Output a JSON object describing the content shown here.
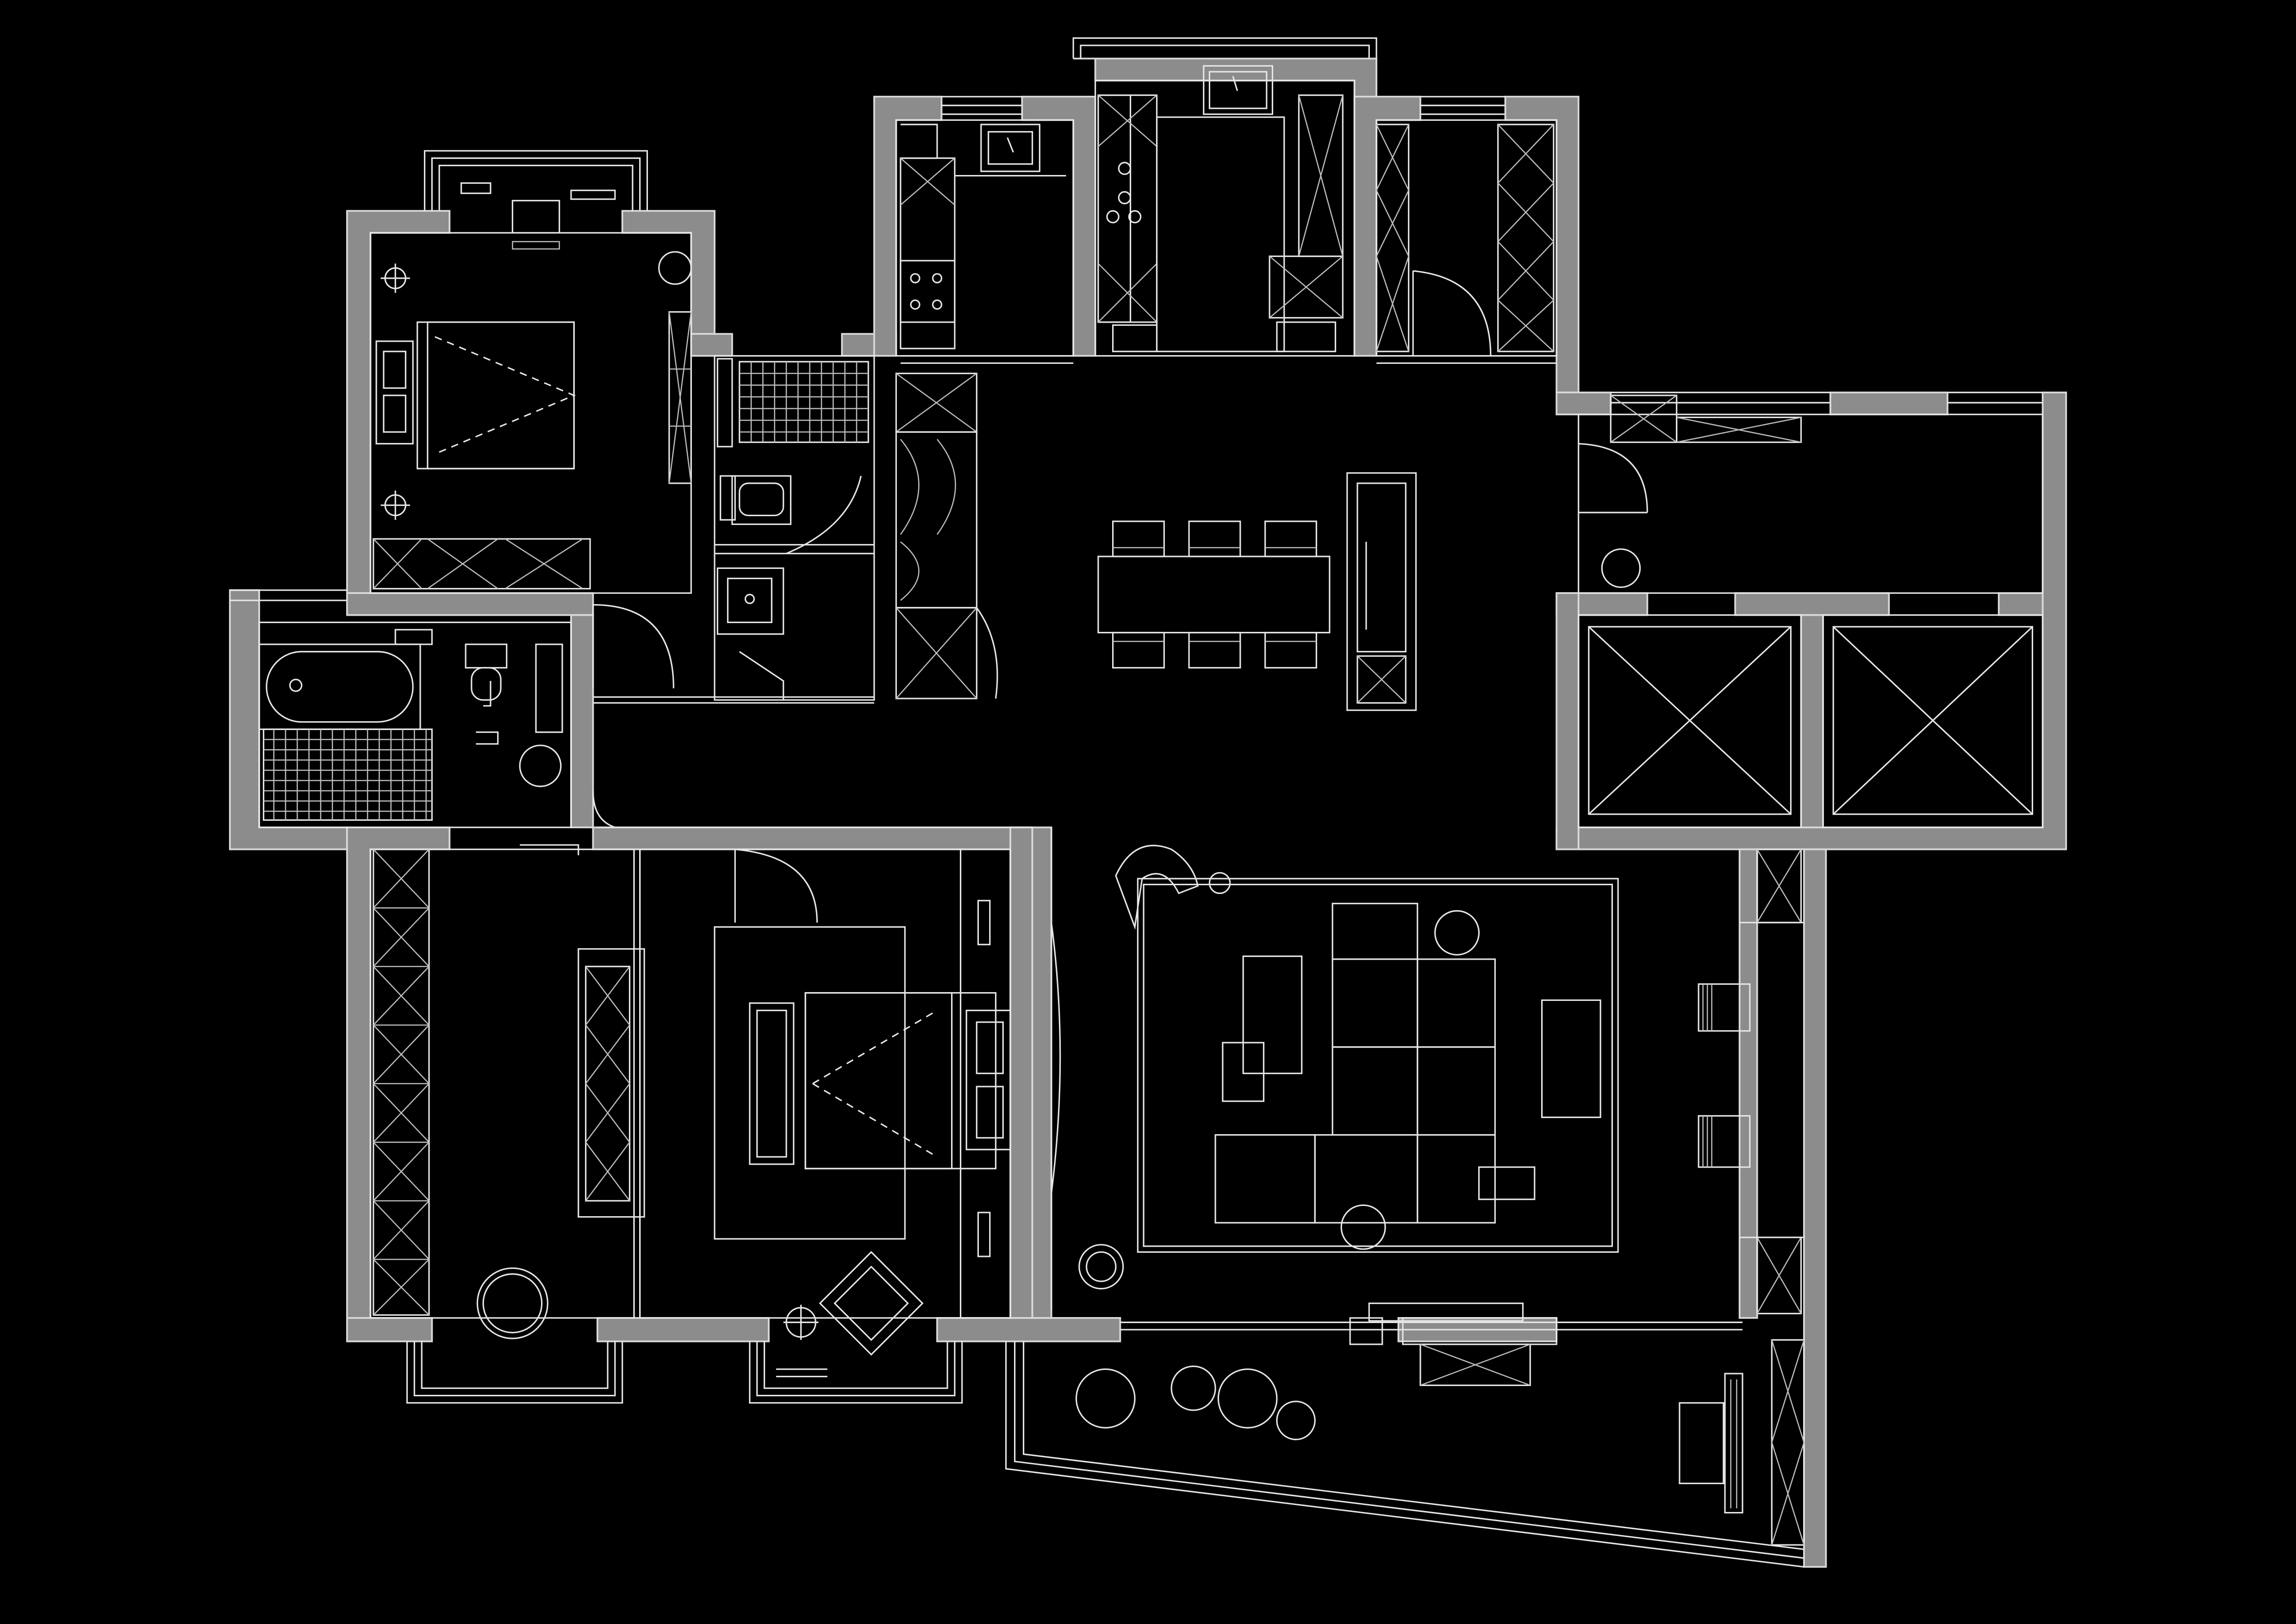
{
  "drawing": {
    "background_color": "#000000",
    "line_color": "#e6e6e6",
    "wall_fill_color": "#8c8c8c",
    "rooms": [
      {
        "name": "bedroom-northwest",
        "items": [
          "double-bed",
          "bedside-lamps",
          "wardrobe",
          "desk",
          "round-side-table"
        ]
      },
      {
        "name": "bathroom-northwest",
        "items": [
          "bathtub",
          "toilet",
          "shower-tray",
          "round-basin"
        ]
      },
      {
        "name": "bathroom-center",
        "items": [
          "shower-tray",
          "toilet",
          "vanity-basin"
        ]
      },
      {
        "name": "kitchen",
        "items": [
          "sink",
          "cooktop",
          "fridge",
          "cabinets"
        ]
      },
      {
        "name": "utility-room",
        "items": [
          "storage-cabinets",
          "door"
        ]
      },
      {
        "name": "dining-room",
        "items": [
          "dining-table",
          "six-chairs",
          "sideboard"
        ]
      },
      {
        "name": "storage-room-east",
        "items": [
          "shelves",
          "round-drum"
        ]
      },
      {
        "name": "storage-bay-left",
        "items": [
          "crossed-box"
        ]
      },
      {
        "name": "storage-bay-right",
        "items": [
          "crossed-box"
        ]
      },
      {
        "name": "study-room",
        "items": [
          "wardrobe",
          "sofa",
          "round-table"
        ]
      },
      {
        "name": "master-bedroom",
        "items": [
          "double-bed",
          "bench",
          "lounge-chair",
          "floor-lamp"
        ]
      },
      {
        "name": "living-room",
        "items": [
          "sectional-sofa",
          "armchair",
          "coffee-table",
          "rug",
          "side-tables"
        ]
      },
      {
        "name": "balcony",
        "items": [
          "round-stools",
          "side-table",
          "storage-cabinet"
        ]
      }
    ]
  }
}
